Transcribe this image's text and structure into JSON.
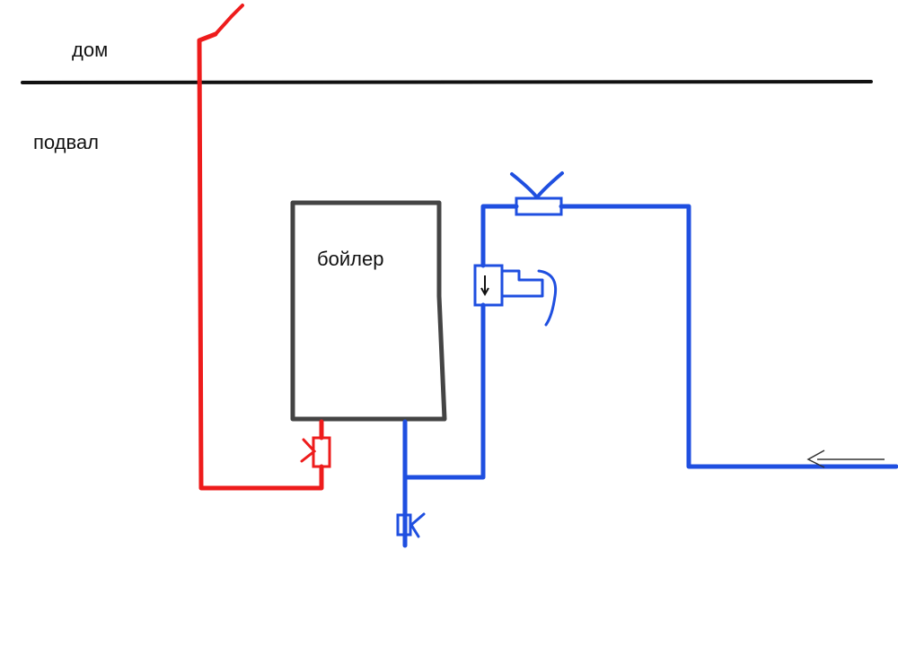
{
  "labels": {
    "house": "дом",
    "basement": "подвал",
    "boiler": "бойлер"
  },
  "colors": {
    "background": "#ffffff",
    "floor_line": "#111111",
    "boiler_outline": "#444444",
    "hot_pipe": "#ee1c1c",
    "cold_pipe": "#1f4fe0",
    "arrow": "#333333"
  },
  "icons": {
    "hot_valve": "valve-icon",
    "hot_faucet": "faucet-icon",
    "cold_top_valve": "valve-icon",
    "safety_valve": "safety-valve-icon",
    "drain_valve": "drain-valve-icon",
    "inlet_arrow": "arrow-left-icon"
  }
}
